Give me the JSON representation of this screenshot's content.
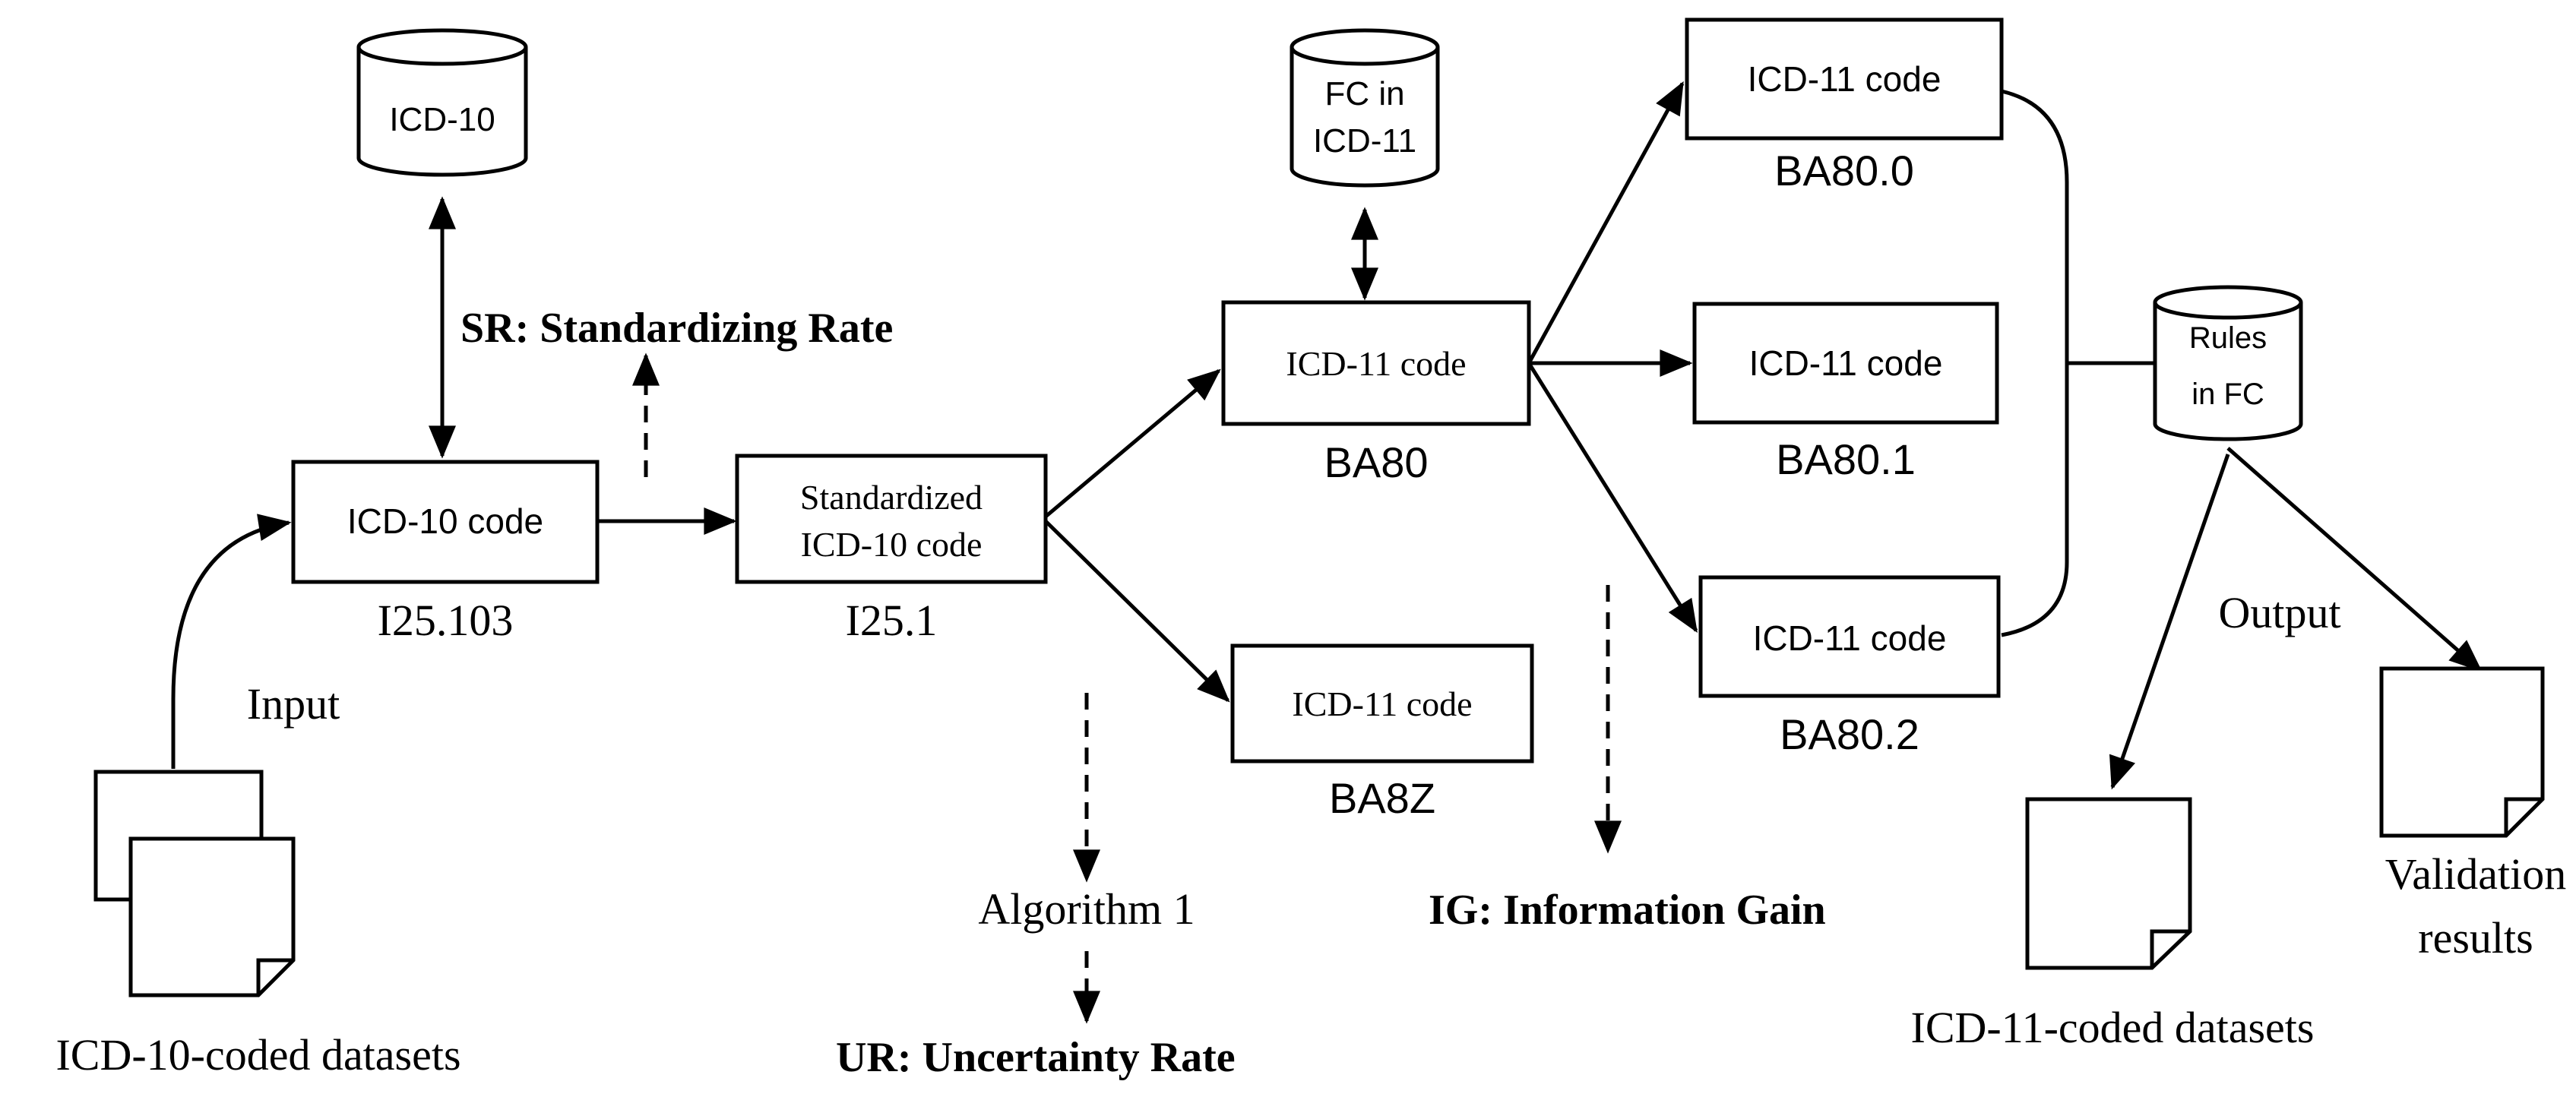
{
  "databases": {
    "icd10": "ICD-10",
    "fc_line1": "FC in",
    "fc_line2": "ICD-11",
    "rules_line1": "Rules",
    "rules_line2": "in FC"
  },
  "boxes": {
    "icd10_code": "ICD-10 code",
    "standardized_line1": "Standardized",
    "standardized_line2": "ICD-10 code",
    "icd11_code": "ICD-11 code"
  },
  "codes": {
    "input_code": "I25.103",
    "standardized_code": "I25.1",
    "ba80": "BA80",
    "ba8z": "BA8Z",
    "ba80_0": "BA80.0",
    "ba80_1": "BA80.1",
    "ba80_2": "BA80.2"
  },
  "labels": {
    "input": "Input",
    "output": "Output",
    "algorithm": "Algorithm 1",
    "sr": "SR: Standardizing Rate",
    "ur": "UR: Uncertainty Rate",
    "ig": "IG: Information Gain",
    "input_datasets": "ICD-10-coded datasets",
    "output_datasets": "ICD-11-coded datasets",
    "validation_line1": "Validation",
    "validation_line2": "results"
  }
}
